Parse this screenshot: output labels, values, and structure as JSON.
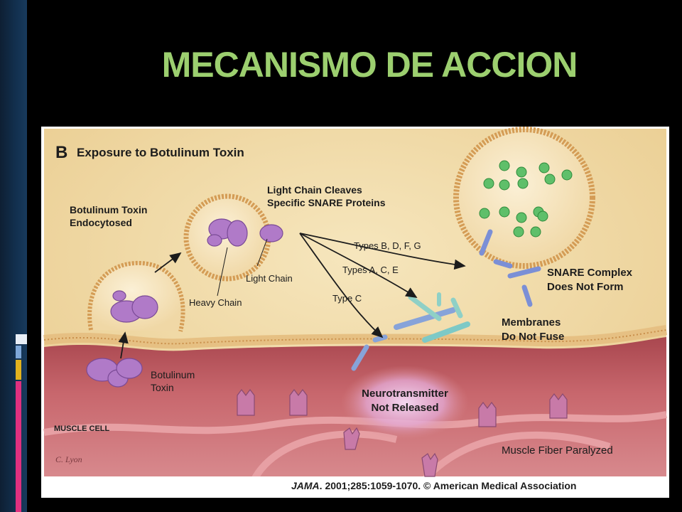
{
  "slide": {
    "title": "MECANISMO DE ACCION"
  },
  "figure": {
    "panel_letter": "B",
    "heading": "Exposure to Botulinum Toxin",
    "labels": {
      "endocytosed_1": "Botulinum Toxin",
      "endocytosed_2": "Endocytosed",
      "light_chain_cleaves_1": "Light Chain Cleaves",
      "light_chain_cleaves_2": "Specific SNARE Proteins",
      "light_chain": "Light Chain",
      "heavy_chain": "Heavy Chain",
      "types_bdfg": "Types B, D, F, G",
      "types_ace": "Types A, C, E",
      "type_c": "Type C",
      "snare_1": "SNARE Complex",
      "snare_2": "Does Not Form",
      "membranes_1": "Membranes",
      "membranes_2": "Do Not Fuse",
      "toxin_1": "Botulinum",
      "toxin_2": "Toxin",
      "neuro_1": "Neurotransmitter",
      "neuro_2": "Not Released",
      "muscle_cell": "MUSCLE CELL",
      "paralyzed": "Muscle Fiber Paralyzed",
      "signature": "C. Lyon",
      "citation_journal": "JAMA",
      "citation_rest": ". 2001;285:1059-1070. © American Medical Association"
    }
  },
  "colors": {
    "title": "#9ccf6f",
    "nerve": "#f0d9a4",
    "muscle": "#c9646a",
    "toxin": "#b07ac8",
    "vesicle_dots": "#5fbf6a"
  }
}
